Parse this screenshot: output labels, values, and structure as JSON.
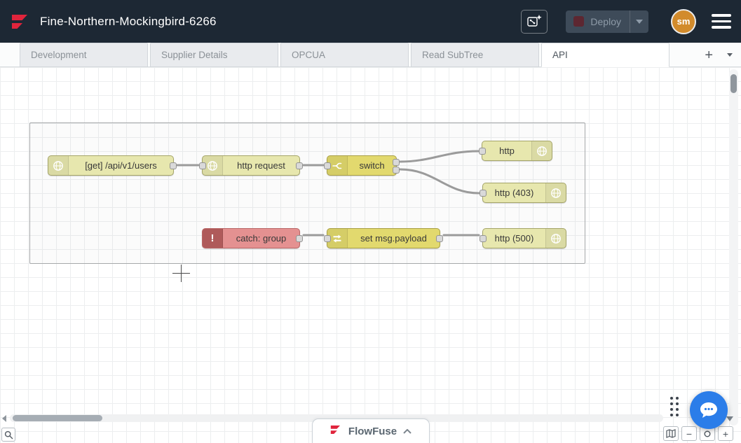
{
  "header": {
    "title": "Fine-Northern-Mockingbird-6266",
    "deploy": {
      "label": "Deploy"
    },
    "avatar": {
      "initials": "sm"
    }
  },
  "tabs": {
    "items": [
      {
        "label": "Development"
      },
      {
        "label": "Supplier Details"
      },
      {
        "label": "OPCUA"
      },
      {
        "label": "Read SubTree"
      },
      {
        "label": "API"
      }
    ],
    "active_tab": "API",
    "add_button": "+"
  },
  "flow": {
    "nodes": [
      {
        "label": "[get] /api/v1/users",
        "icon": "globe-icon",
        "color": "#e7e7ae"
      },
      {
        "label": "http request",
        "icon": "globe-icon",
        "color": "#e7e7ae"
      },
      {
        "label": "switch",
        "icon": "switch-icon",
        "color": "#e2d96e"
      },
      {
        "label": "http",
        "icon": "globe-icon",
        "color": "#e7e7ae"
      },
      {
        "label": "http (403)",
        "icon": "globe-icon",
        "color": "#e7e7ae"
      },
      {
        "label": "catch: group",
        "icon": "alert-icon",
        "color": "#e49191"
      },
      {
        "label": "set msg.payload",
        "icon": "swap-icon",
        "color": "#e2d96e"
      },
      {
        "label": "http (500)",
        "icon": "globe-icon",
        "color": "#e7e7ae"
      }
    ]
  },
  "footer": {
    "brand_label": "FlowFuse",
    "zoom": {
      "zoom_out": "−",
      "zoom_in": "+"
    }
  },
  "colors": {
    "header_bg": "#1d2834",
    "brand_red": "#e0243c",
    "node_http": "#e7e7ae",
    "node_yellow": "#e2d96e",
    "node_catch": "#e49191",
    "wire": "#9b9b9b",
    "chat_blue": "#2b7de9",
    "avatar_orange": "#d28b2c"
  }
}
